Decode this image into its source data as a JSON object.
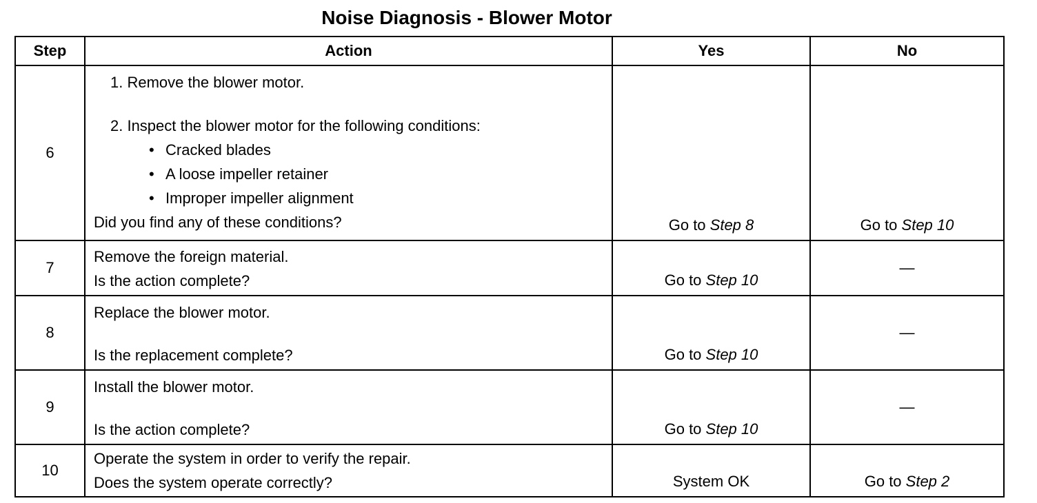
{
  "title": "Noise Diagnosis - Blower Motor",
  "headers": {
    "step": "Step",
    "action": "Action",
    "yes": "Yes",
    "no": "No"
  },
  "rows": [
    {
      "step": "6",
      "action": {
        "items": [
          "1. Remove the blower motor.",
          "2. Inspect the blower motor for the following conditions:"
        ],
        "bullets": [
          "Cracked blades",
          "A loose impeller retainer",
          "Improper impeller alignment"
        ],
        "question": "Did you find any of these conditions?"
      },
      "yes": {
        "prefix": "Go to ",
        "target": "Step 8"
      },
      "no": {
        "prefix": "Go to ",
        "target": "Step 10"
      }
    },
    {
      "step": "7",
      "action": {
        "instruction": "Remove the foreign material.",
        "question": "Is the action complete?"
      },
      "yes": {
        "prefix": "Go to ",
        "target": "Step 10"
      },
      "no": {
        "text": "—"
      }
    },
    {
      "step": "8",
      "action": {
        "instruction": "Replace the blower motor.",
        "question": "Is the replacement complete?"
      },
      "yes": {
        "prefix": "Go to ",
        "target": "Step 10"
      },
      "no": {
        "text": "—"
      }
    },
    {
      "step": "9",
      "action": {
        "instruction": "Install the blower motor.",
        "question": "Is the action complete?"
      },
      "yes": {
        "prefix": "Go to ",
        "target": "Step 10"
      },
      "no": {
        "text": "—"
      }
    },
    {
      "step": "10",
      "action": {
        "instruction": "Operate the system in order to verify the repair.",
        "question": "Does the system operate correctly?"
      },
      "yes": {
        "text": "System OK"
      },
      "no": {
        "prefix": "Go to ",
        "target": "Step 2"
      }
    }
  ]
}
